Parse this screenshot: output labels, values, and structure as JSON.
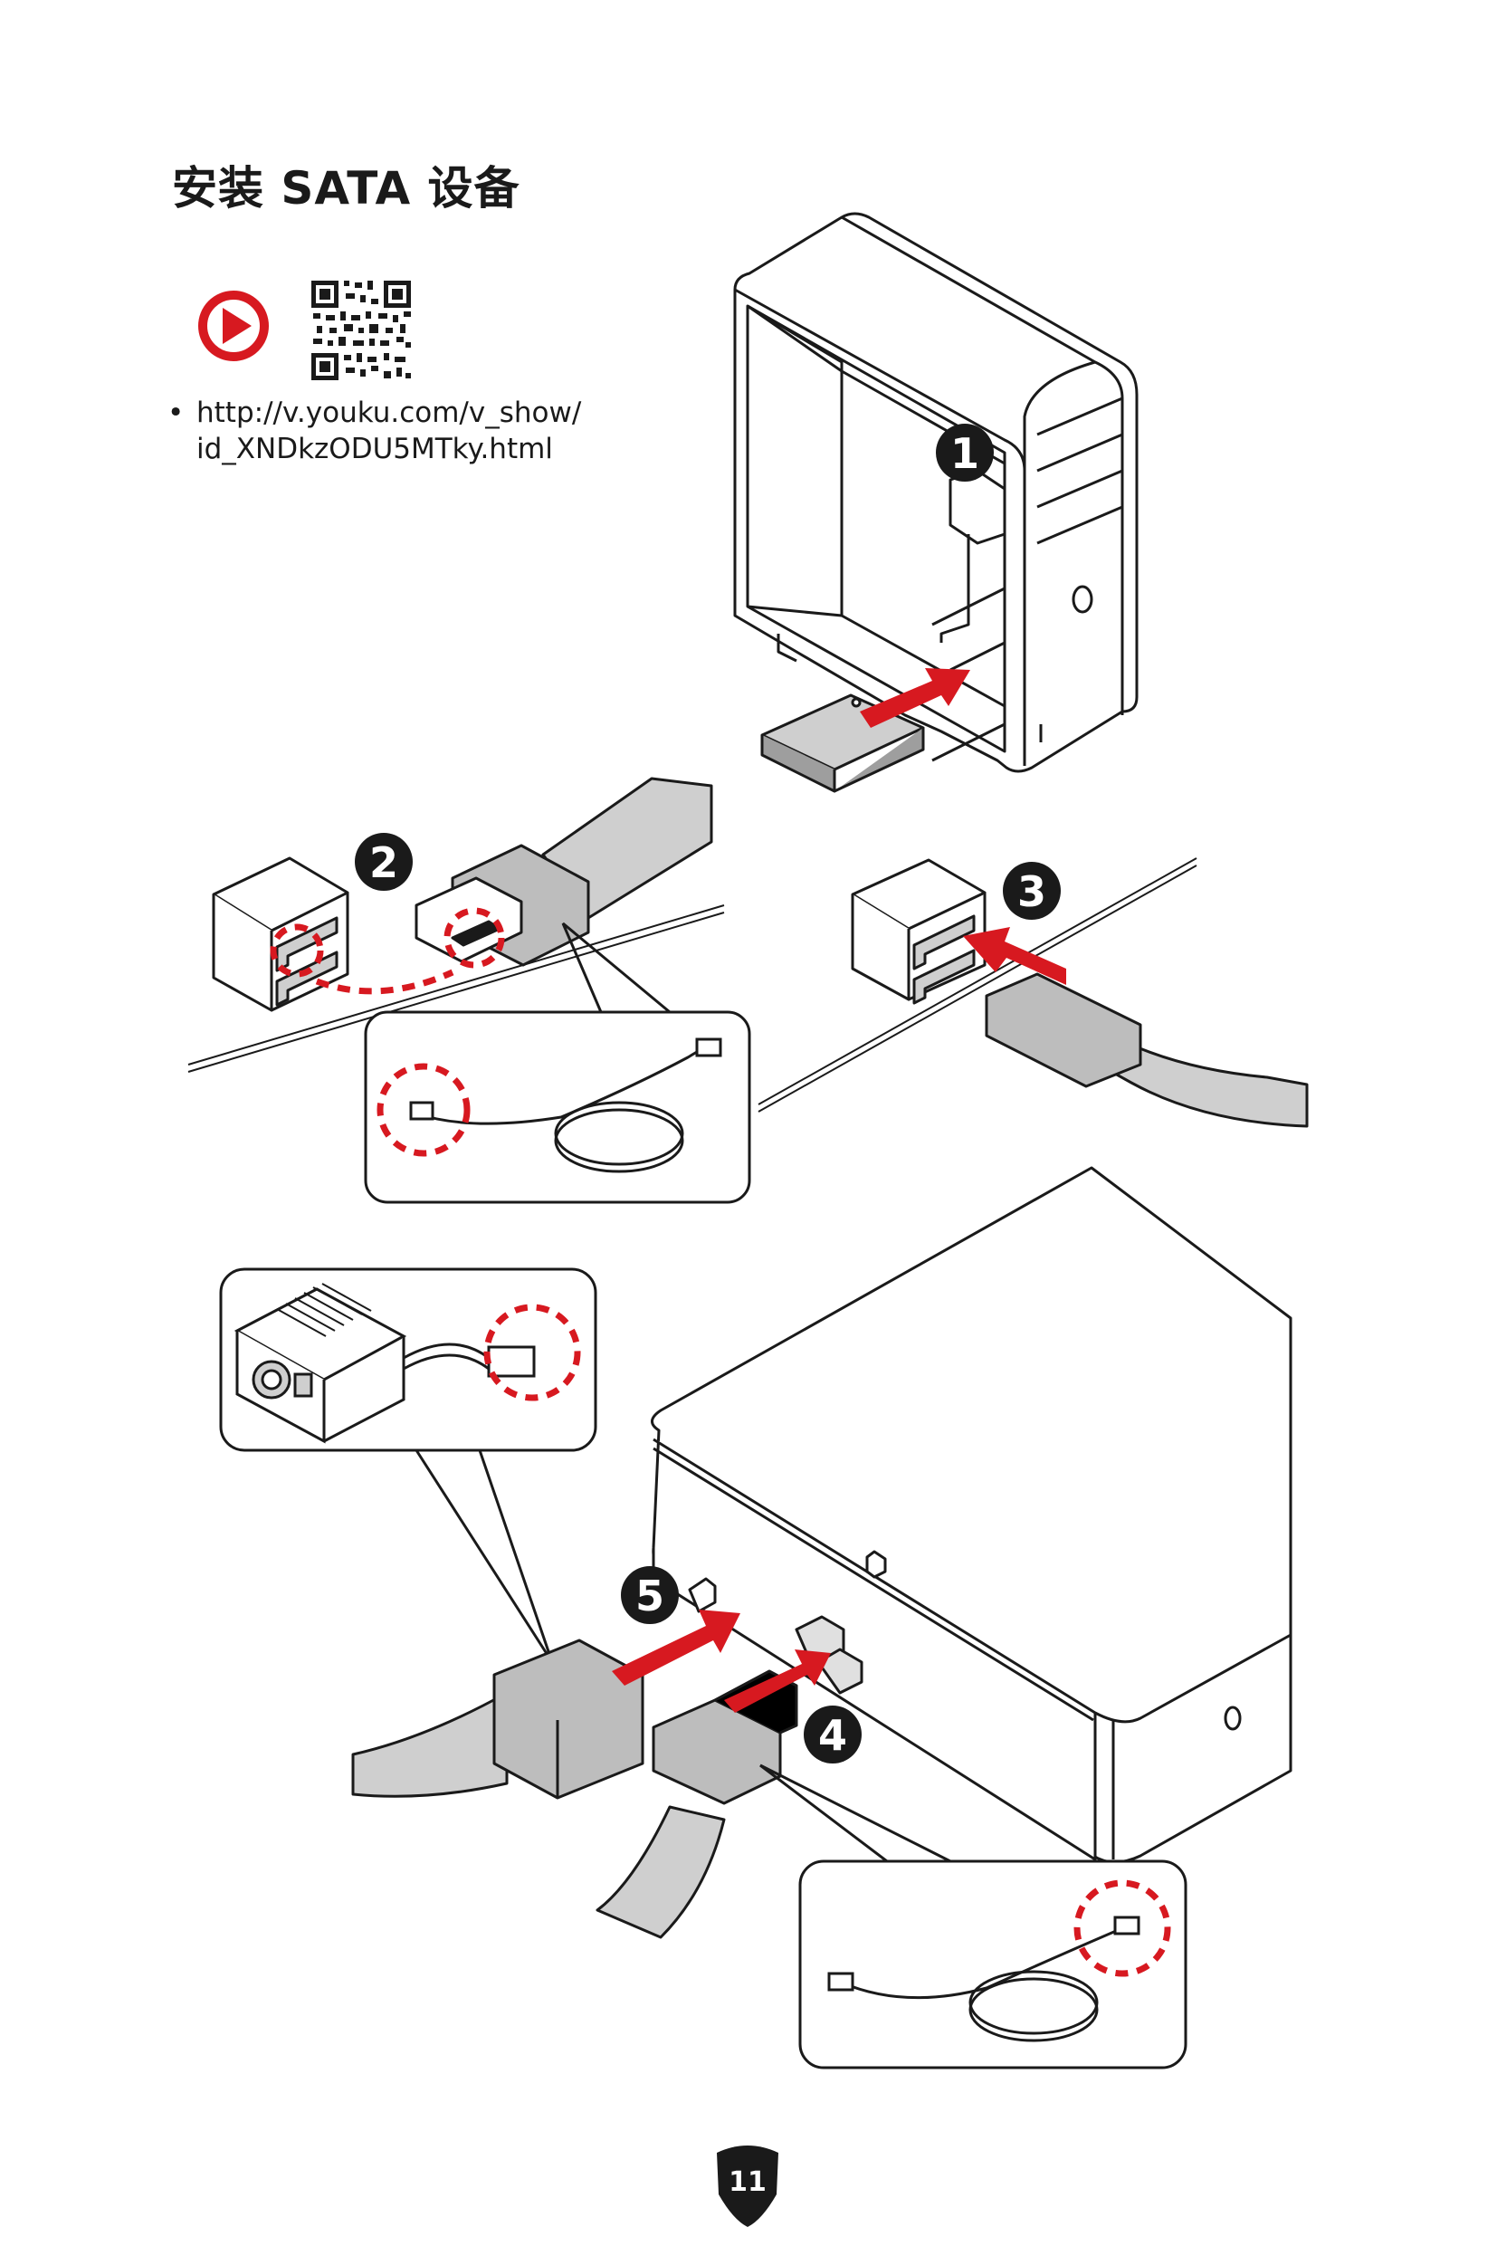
{
  "page": {
    "title": "安装 SATA 设备",
    "video_link": {
      "bullet": "•",
      "line1": "http://v.youku.com/v_show/",
      "line2": "id_XNDkzODU5MTky.html"
    },
    "icons": {
      "play": "play-button-icon",
      "qr": "qr-code-icon"
    },
    "steps": [
      "1",
      "2",
      "3",
      "4",
      "5"
    ],
    "page_number": "11"
  },
  "colors": {
    "accent": "#d71920",
    "ink": "#1a1a1a",
    "cable": "#cfcfcf"
  }
}
